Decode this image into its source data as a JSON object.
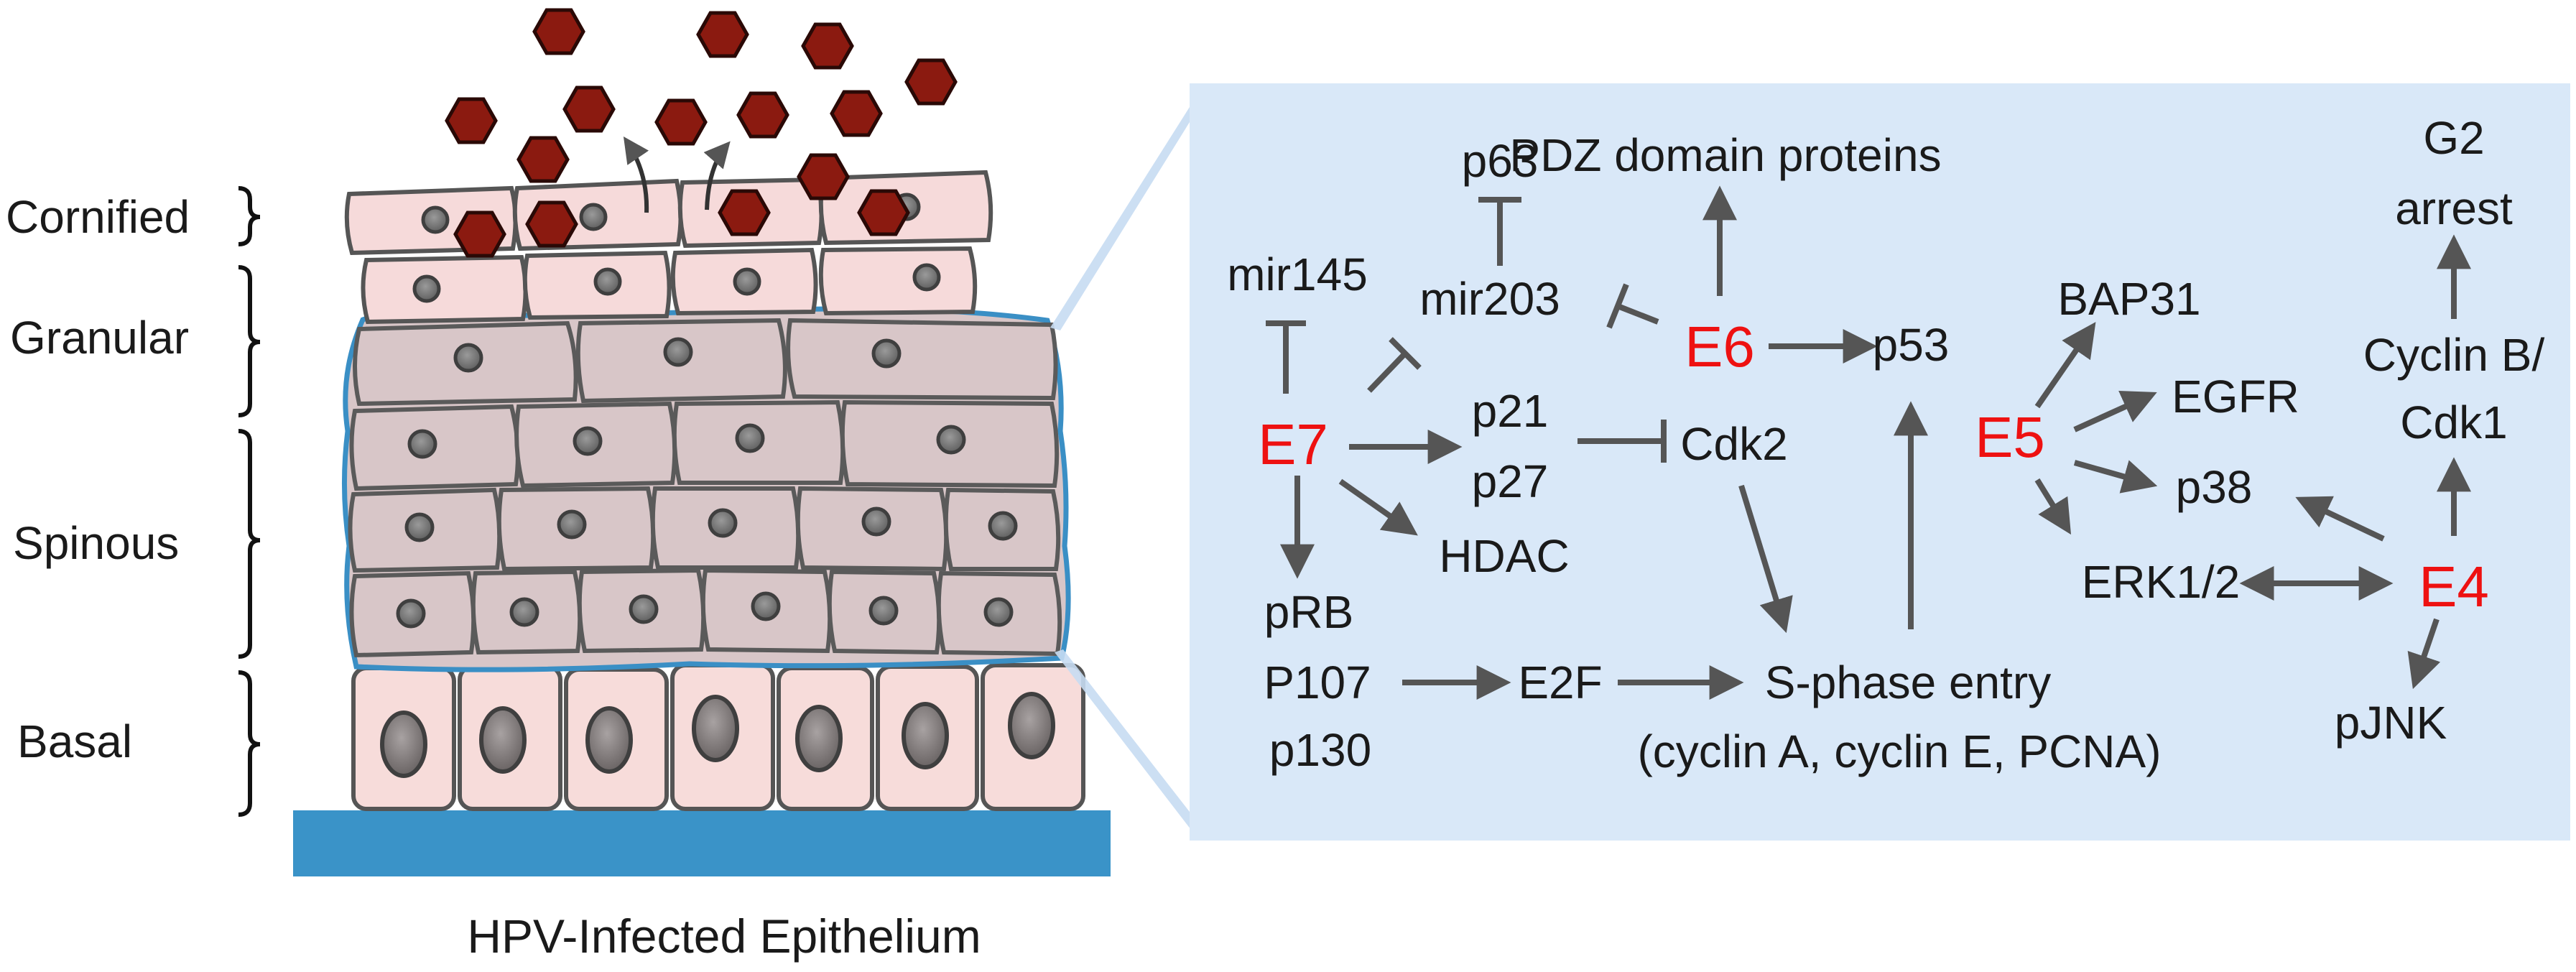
{
  "layers": {
    "cornified": "Cornified",
    "granular": "Granular",
    "spinous": "Spinous",
    "basal": "Basal"
  },
  "caption": "HPV-Infected Epithelium",
  "pathway": {
    "viral": {
      "e7": "E7",
      "e6": "E6",
      "e5": "E5",
      "e4": "E4"
    },
    "nodes": {
      "p63": "p63",
      "pdz": "PDZ domain proteins",
      "g2": "G2",
      "arrest": "arrest",
      "mir145": "mir145",
      "mir203": "mir203",
      "bap31": "BAP31",
      "p53": "p53",
      "cyclinb": "Cyclin B/",
      "cdk1": "Cdk1",
      "p21": "p21",
      "p27": "p27",
      "cdk2": "Cdk2",
      "egfr": "EGFR",
      "p38": "p38",
      "hdac": "HDAC",
      "erk": "ERK1/2",
      "prb": "pRB",
      "p107": "P107",
      "p130": "p130",
      "e2f": "E2F",
      "sphase": "S-phase entry",
      "cyclins": "(cyclin A, cyclin E, PCNA)",
      "pjnk": "pJNK"
    }
  },
  "colors": {
    "panel_bg": "#d9e8f8",
    "viral_text": "#ee1111",
    "virion": "#8b1a10",
    "basement": "#3a93c8",
    "infected_outline": "#3a8fc5",
    "upper_cell": "#f6dada",
    "infected_cell": "#d8c6c8",
    "basal_cell": "#f7dcda",
    "arrow": "#555555"
  },
  "icons": {
    "virion": "hexagon",
    "inhibition": "t-bar",
    "activation": "arrowhead"
  }
}
